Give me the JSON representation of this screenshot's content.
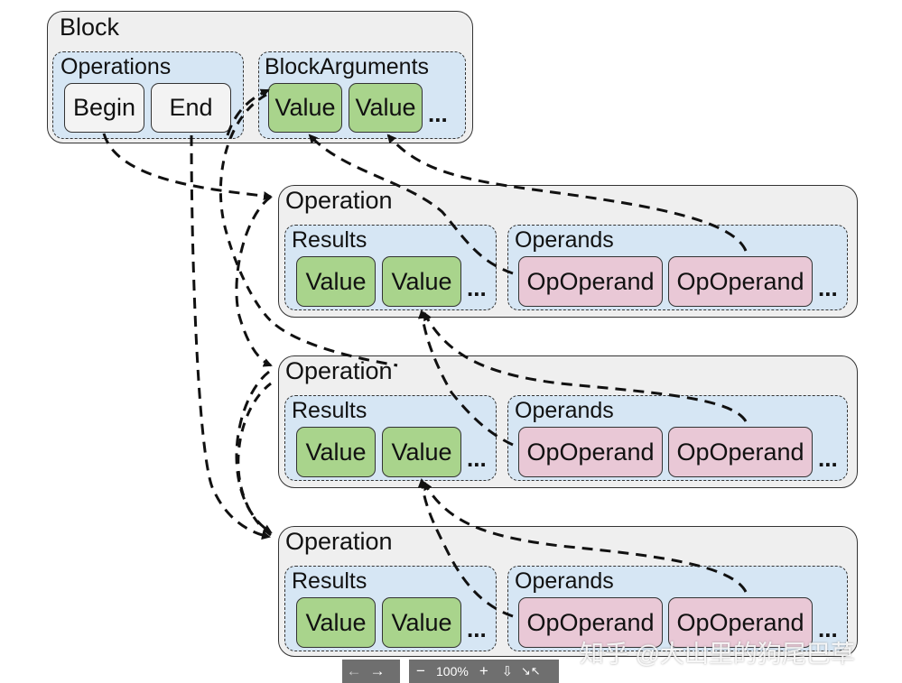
{
  "block": {
    "title": "Block",
    "operations_group": {
      "title": "Operations",
      "items": [
        "Begin",
        "End"
      ]
    },
    "block_arguments_group": {
      "title": "BlockArguments",
      "values": [
        "Value",
        "Value"
      ],
      "ellipsis": "..."
    }
  },
  "operations": [
    {
      "title": "Operation",
      "results": {
        "title": "Results",
        "values": [
          "Value",
          "Value"
        ],
        "ellipsis": "..."
      },
      "operands": {
        "title": "Operands",
        "items": [
          "OpOperand",
          "OpOperand"
        ],
        "ellipsis": "..."
      }
    },
    {
      "title": "Operation",
      "results": {
        "title": "Results",
        "values": [
          "Value",
          "Value"
        ],
        "ellipsis": "..."
      },
      "operands": {
        "title": "Operands",
        "items": [
          "OpOperand",
          "OpOperand"
        ],
        "ellipsis": "..."
      }
    },
    {
      "title": "Operation",
      "results": {
        "title": "Results",
        "values": [
          "Value",
          "Value"
        ],
        "ellipsis": "..."
      },
      "operands": {
        "title": "Operands",
        "items": [
          "OpOperand",
          "OpOperand"
        ],
        "ellipsis": "..."
      }
    }
  ],
  "watermark": "知乎 @大山里的狗尾巴草",
  "toolbar": {
    "back_icon": "arrow-left-icon",
    "forward_icon": "arrow-right-icon",
    "zoom_out_icon": "minus-icon",
    "zoom_level": "100%",
    "zoom_in_icon": "plus-icon",
    "download_icon": "download-icon",
    "collapse_icon": "collapse-icon"
  }
}
